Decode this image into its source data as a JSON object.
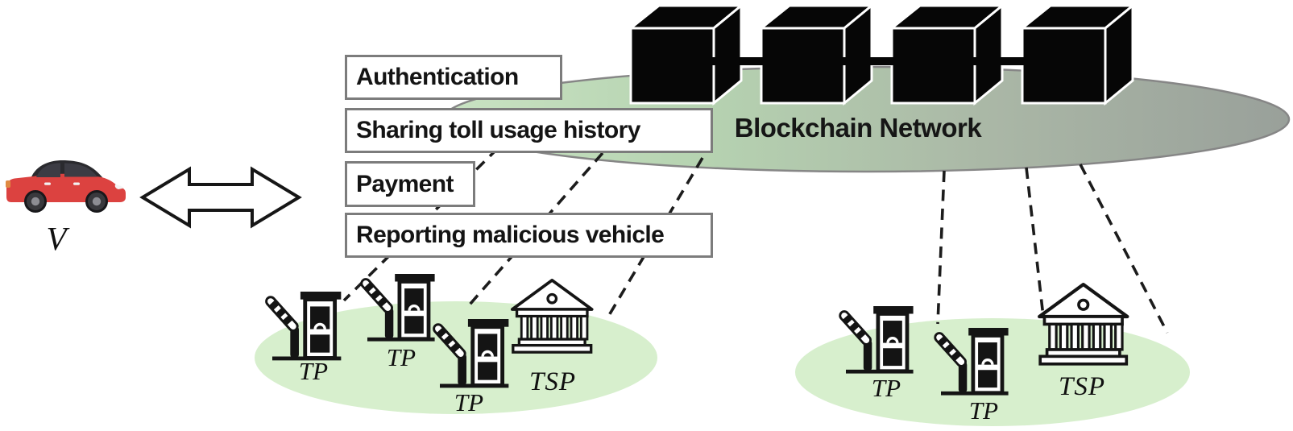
{
  "diagram": {
    "vehicle": {
      "label": "V",
      "type": "vehicle"
    },
    "interactions": [
      "Authentication",
      "Sharing toll usage history",
      "Payment",
      "Reporting malicious vehicle"
    ],
    "blockchain": {
      "label": "Blockchain Network",
      "node_count": 4
    },
    "toll_zones": {
      "left": {
        "entities": [
          {
            "type": "toll-plaza",
            "label": "TP"
          },
          {
            "type": "toll-plaza",
            "label": "TP"
          },
          {
            "type": "toll-plaza",
            "label": "TP"
          },
          {
            "type": "toll-service-provider",
            "label": "TSP"
          }
        ]
      },
      "right": {
        "entities": [
          {
            "type": "toll-plaza",
            "label": "TP"
          },
          {
            "type": "toll-plaza",
            "label": "TP"
          },
          {
            "type": "toll-service-provider",
            "label": "TSP"
          }
        ]
      }
    },
    "colors": {
      "blockchain_ellipse_green": "#c9e3c3",
      "blockchain_ellipse_gray": "#99a09a",
      "toll_zone_fill": "#d7efcd",
      "car_body_red": "#dc4240",
      "node_fill": "#060606",
      "label_box_border": "#7c7c7c",
      "dashed_link": "#1c1c1c"
    }
  }
}
